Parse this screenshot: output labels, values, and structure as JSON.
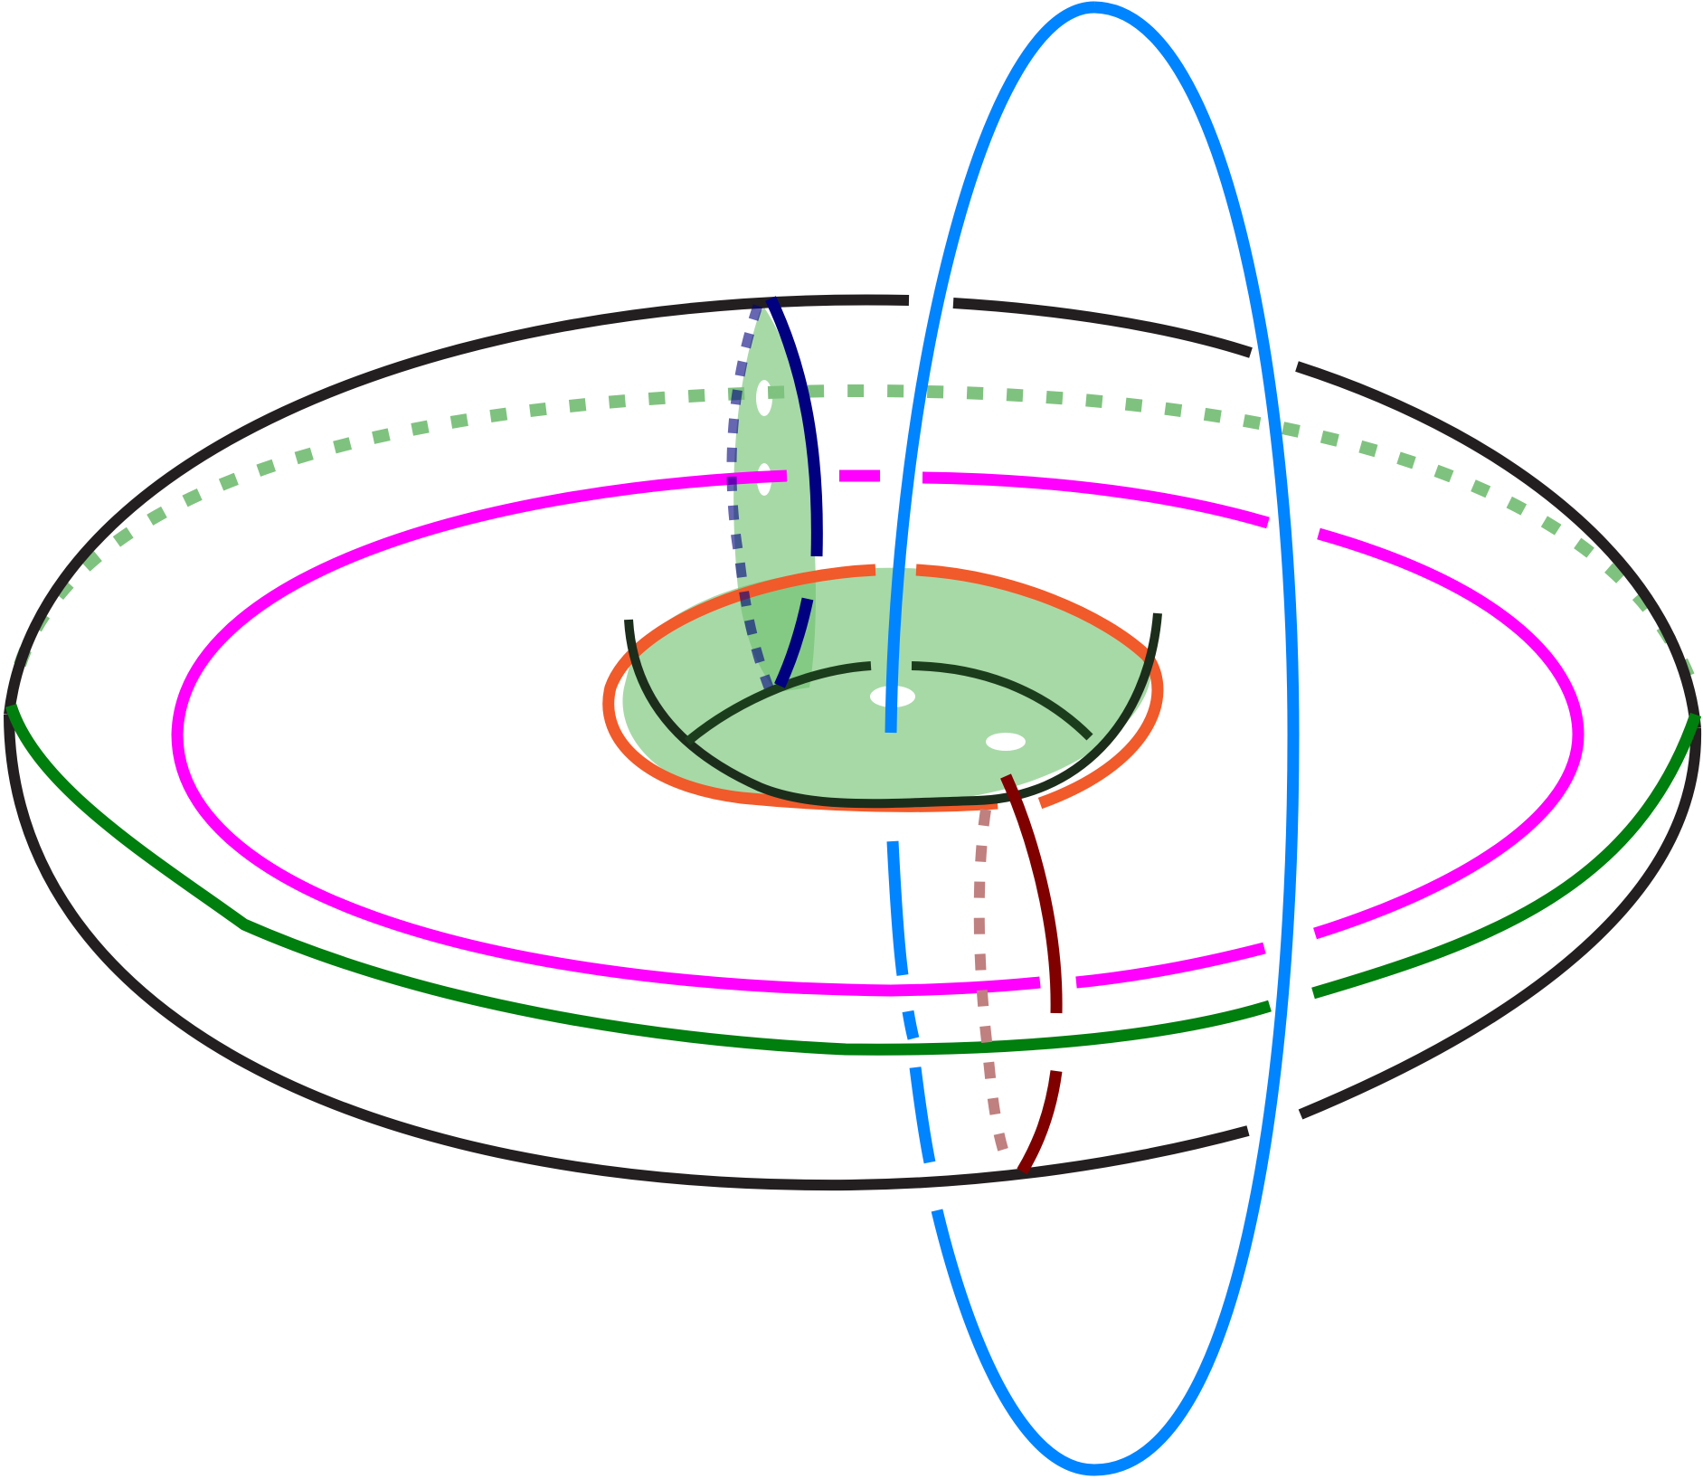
{
  "colors": {
    "background": "#ffffff",
    "torus_outline": "#231f20",
    "meridian_blue": "#0084ff",
    "inner_magenta": "#ff00ff",
    "hole_orange": "#f15a2a",
    "curve_green": "#007e0e",
    "dotted_green": "#7fc27f",
    "disc_fill": "#6dbf6d",
    "navy": "#000080",
    "dark_red": "#800000",
    "dotted_red": "#c08080",
    "dark_green_outline": "#1c3d1c"
  },
  "curves": [
    {
      "name": "outer-torus-outline",
      "color_key": "torus_outline"
    },
    {
      "name": "vertical-meridian-loop",
      "color_key": "meridian_blue"
    },
    {
      "name": "inner-magenta-loop",
      "color_key": "inner_magenta"
    },
    {
      "name": "orange-hole-loop",
      "color_key": "hole_orange"
    },
    {
      "name": "green-longitude-curve",
      "color_key": "curve_green"
    },
    {
      "name": "dotted-green-back-curve",
      "color_key": "dotted_green"
    },
    {
      "name": "navy-arc",
      "color_key": "navy"
    },
    {
      "name": "dark-red-arc",
      "color_key": "dark_red"
    },
    {
      "name": "shaded-disc",
      "color_key": "disc_fill"
    }
  ]
}
